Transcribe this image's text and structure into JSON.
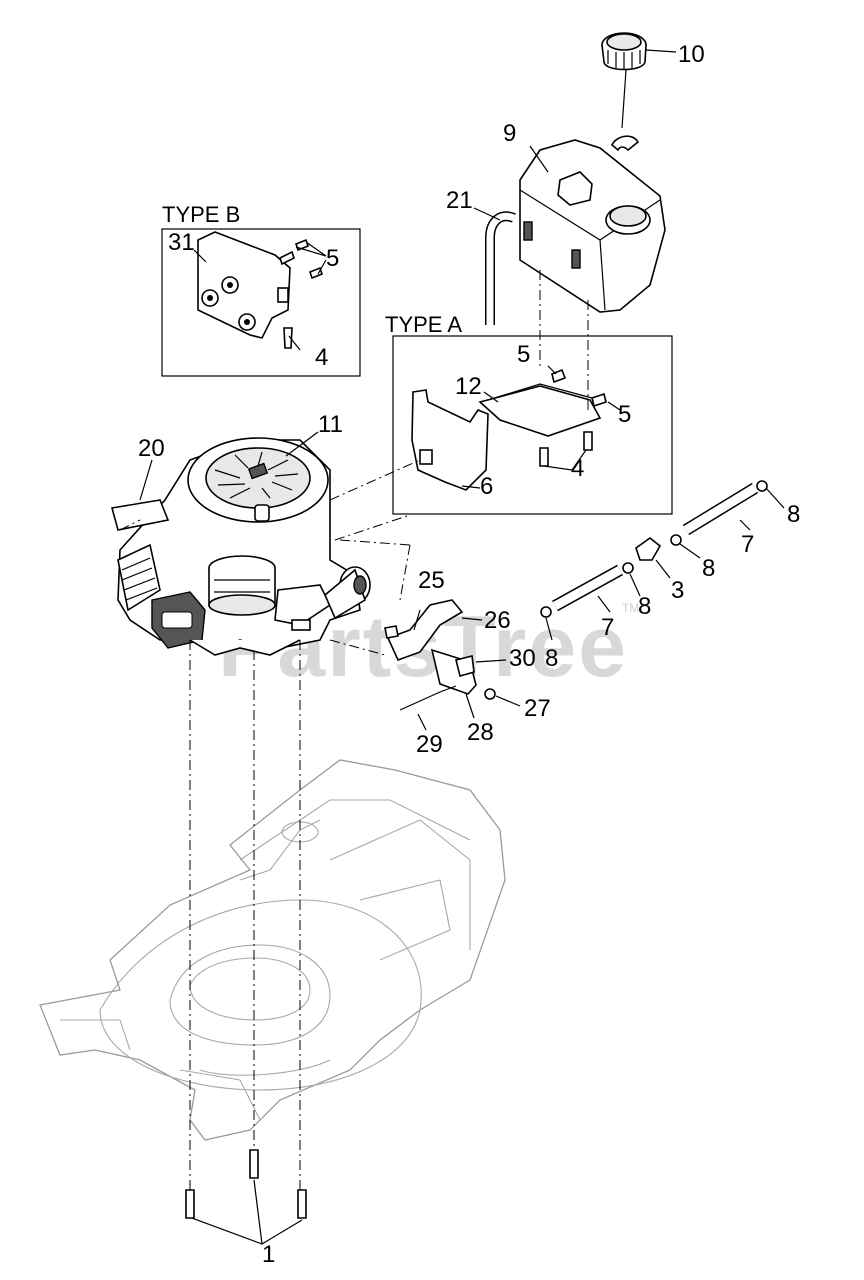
{
  "diagram": {
    "box_labels": {
      "type_b": "TYPE B",
      "type_a": "TYPE A"
    },
    "callouts": [
      {
        "id": "c10",
        "text": "10"
      },
      {
        "id": "c9",
        "text": "9"
      },
      {
        "id": "c21",
        "text": "21"
      },
      {
        "id": "c31",
        "text": "31"
      },
      {
        "id": "c5a",
        "text": "5"
      },
      {
        "id": "c4a",
        "text": "4"
      },
      {
        "id": "c5b",
        "text": "5"
      },
      {
        "id": "c12",
        "text": "12"
      },
      {
        "id": "c5c",
        "text": "5"
      },
      {
        "id": "c11",
        "text": "11"
      },
      {
        "id": "c20",
        "text": "20"
      },
      {
        "id": "c4b",
        "text": "4"
      },
      {
        "id": "c6",
        "text": "6"
      },
      {
        "id": "c8a",
        "text": "8"
      },
      {
        "id": "c7a",
        "text": "7"
      },
      {
        "id": "c8b",
        "text": "8"
      },
      {
        "id": "c3",
        "text": "3"
      },
      {
        "id": "c8c",
        "text": "8"
      },
      {
        "id": "c25",
        "text": "25"
      },
      {
        "id": "c26",
        "text": "26"
      },
      {
        "id": "c7b",
        "text": "7"
      },
      {
        "id": "c30",
        "text": "30"
      },
      {
        "id": "c8d",
        "text": "8"
      },
      {
        "id": "c27",
        "text": "27"
      },
      {
        "id": "c28",
        "text": "28"
      },
      {
        "id": "c29",
        "text": "29"
      },
      {
        "id": "c1",
        "text": "1"
      }
    ],
    "watermark": "PartsTree",
    "trademark": "TM"
  }
}
